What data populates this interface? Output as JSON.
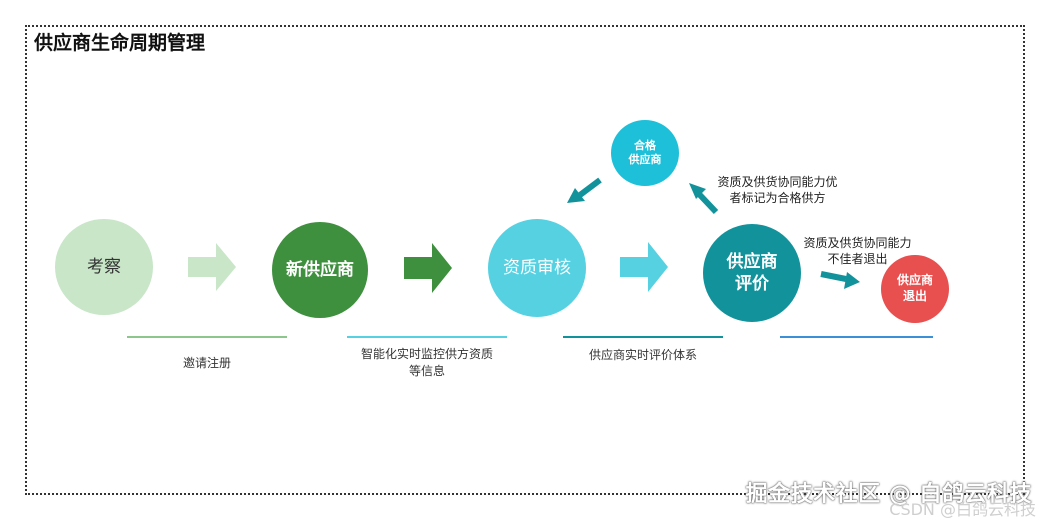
{
  "title": "供应商生命周期管理",
  "nodes": {
    "kaocha": "考察",
    "new_supplier": "新供应商",
    "audit": "资质审核",
    "evaluation": "供应商\n评价",
    "qualified": "合格\n供应商",
    "exit": "供应商\n退出"
  },
  "captions": {
    "stage1": "邀请注册",
    "stage2": "智能化实时监控供方资质\n等信息",
    "stage3": "供应商实时评价体系"
  },
  "annotations": {
    "qualify_note": "资质及供货协同能力优\n者标记为合格供方",
    "exit_note": "资质及供货协同能力\n不佳者退出"
  },
  "watermark": {
    "main": "掘金技术社区 @ 白鸽云科技",
    "sub": "CSDN @白鸽云科技"
  },
  "colors": {
    "light_green": "#c9e6c8",
    "dark_green": "#3e8f3e",
    "light_cyan": "#55d1e2",
    "teal": "#12939c",
    "cyan": "#1ebfd8",
    "red": "#e84f4f",
    "blue_line": "#3a8fd6"
  }
}
